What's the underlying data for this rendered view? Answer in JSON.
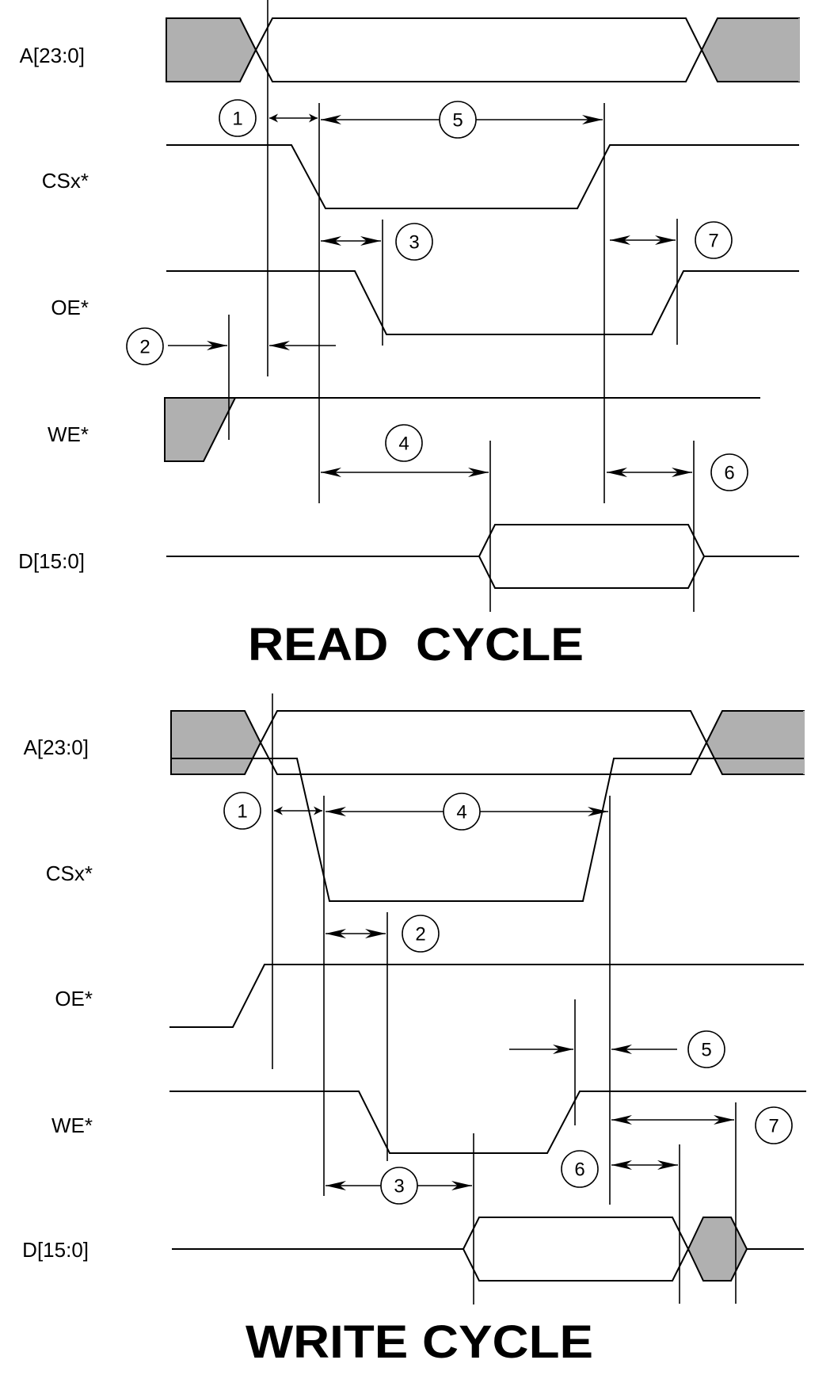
{
  "read_cycle": {
    "title": "READ  CYCLE",
    "signals": {
      "address": "A[23:0]",
      "chip_select": "CSx*",
      "output_enable": "OE*",
      "write_enable": "WE*",
      "data": "D[15:0]"
    },
    "markers": [
      "1",
      "2",
      "3",
      "4",
      "5",
      "6",
      "7"
    ]
  },
  "write_cycle": {
    "title": "WRITE CYCLE",
    "signals": {
      "address": "A[23:0]",
      "chip_select": "CSx*",
      "output_enable": "OE*",
      "write_enable": "WE*",
      "data": "D[15:0]"
    },
    "markers": [
      "1",
      "2",
      "3",
      "4",
      "5",
      "6",
      "7"
    ]
  },
  "colors": {
    "line": "#000000",
    "undefined_fill": "#b0b0b0",
    "background": "#ffffff"
  }
}
